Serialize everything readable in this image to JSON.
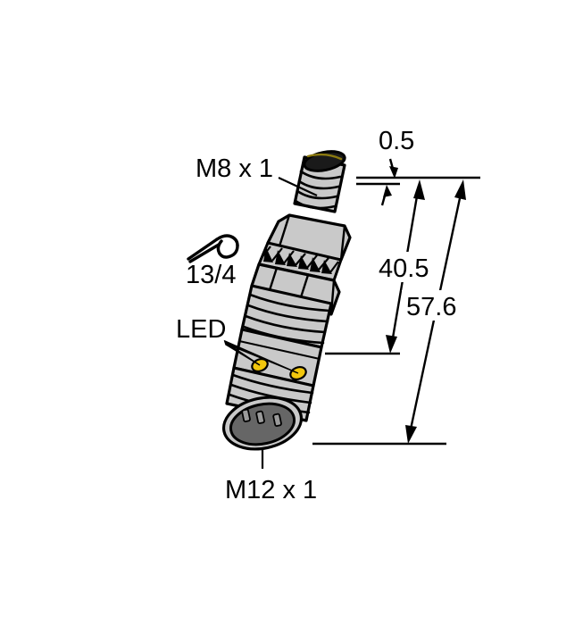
{
  "drawing": {
    "title": "Inductive sensor dimensional drawing",
    "background_color": "#FFFFFF",
    "labels": {
      "thread_top": "M8 x 1",
      "wrench_size": "13/4",
      "led": "LED",
      "connector": "M12 x 1"
    },
    "dimensions": {
      "gap": "0.5",
      "mid": "40.5",
      "total": "57.6"
    },
    "icons": {
      "wrench": "wrench-icon"
    },
    "colors": {
      "body_gray": "#C9C9C9",
      "body_gray_light": "#D8D8D8",
      "body_gray_dark": "#B3B3B3",
      "outline": "#000000",
      "led_yellow": "#F2C70D",
      "connector_face": "#666666",
      "connector_pin": "#9A9A9A",
      "cap_dark": "#1A1A1A",
      "cap_highlight": "#8C7A10"
    }
  }
}
